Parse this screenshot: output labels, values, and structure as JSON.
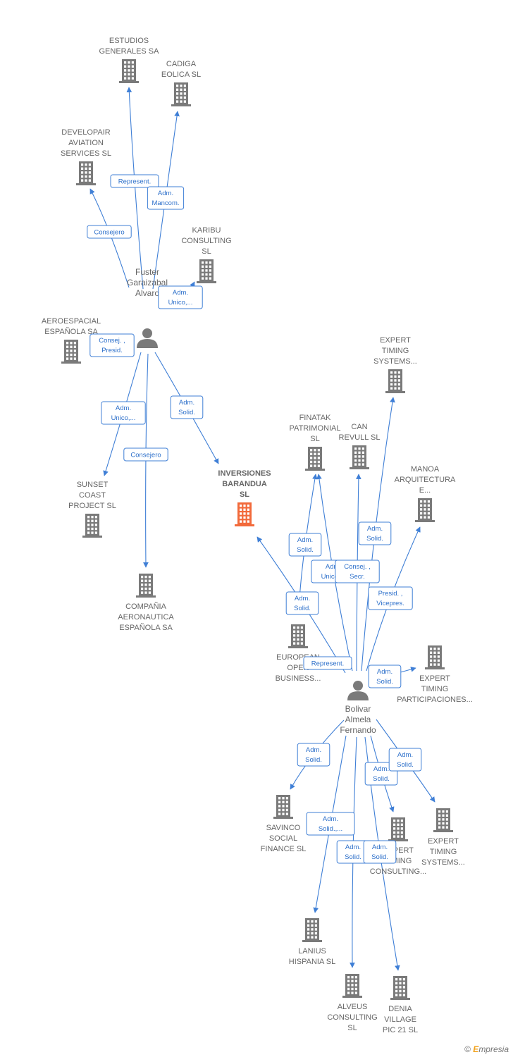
{
  "colors": {
    "building": "#7a7a7a",
    "focus": "#f26a3b",
    "person": "#7a7a7a",
    "edge": "#3f7fd6"
  },
  "footer": {
    "copyright": "©",
    "brand_first": "E",
    "brand_rest": "mpresia"
  },
  "people": [
    {
      "id": "fuster",
      "lines": [
        "Fuster",
        "Garaizabal",
        "Alvaro"
      ]
    },
    {
      "id": "bolivar",
      "lines": [
        "Bolivar",
        "Almela",
        "Fernando"
      ]
    }
  ],
  "companies": [
    {
      "id": "estudios",
      "lines": [
        "ESTUDIOS",
        "GENERALES SA"
      ],
      "focus": false
    },
    {
      "id": "cadiga",
      "lines": [
        "CADIGA",
        "EOLICA SL"
      ],
      "focus": false
    },
    {
      "id": "developair",
      "lines": [
        "DEVELOPAIR",
        "AVIATION",
        "SERVICES SL"
      ],
      "focus": false
    },
    {
      "id": "karibu",
      "lines": [
        "KARIBU",
        "CONSULTING",
        "SL"
      ],
      "focus": false
    },
    {
      "id": "aeroespacial",
      "lines": [
        "AEROESPACIAL",
        "ESPAÑOLA SA"
      ],
      "focus": false
    },
    {
      "id": "sunset",
      "lines": [
        "SUNSET",
        "COAST",
        "PROJECT  SL"
      ],
      "focus": false
    },
    {
      "id": "compania",
      "lines": [
        "COMPAÑIA",
        "AERONAUTICA",
        "ESPAÑOLA SA"
      ],
      "focus": false
    },
    {
      "id": "inversiones",
      "lines": [
        "INVERSIONES",
        "BARANDUA",
        "SL"
      ],
      "focus": true
    },
    {
      "id": "expert1",
      "lines": [
        "EXPERT",
        "TIMING",
        "SYSTEMS..."
      ],
      "focus": false
    },
    {
      "id": "finatak",
      "lines": [
        "FINATAK",
        "PATRIMONIAL",
        "SL"
      ],
      "focus": false
    },
    {
      "id": "canrevull",
      "lines": [
        "CAN",
        "REVULL  SL"
      ],
      "focus": false
    },
    {
      "id": "manoa",
      "lines": [
        "MANOA",
        "ARQUITECTURA",
        "E..."
      ],
      "focus": false
    },
    {
      "id": "european",
      "lines": [
        "EUROPEAN",
        "OPEN",
        "BUSINESS..."
      ],
      "focus": false
    },
    {
      "id": "expertpart",
      "lines": [
        "EXPERT",
        "TIMING",
        "PARTICIPACIONES..."
      ],
      "focus": false
    },
    {
      "id": "savinco",
      "lines": [
        "SAVINCO",
        "SOCIAL",
        "FINANCE  SL"
      ],
      "focus": false
    },
    {
      "id": "expertcons",
      "lines": [
        "EXPERT",
        "TIMING",
        "CONSULTING..."
      ],
      "focus": false
    },
    {
      "id": "expertsys2",
      "lines": [
        "EXPERT",
        "TIMING",
        "SYSTEMS..."
      ],
      "focus": false
    },
    {
      "id": "lanius",
      "lines": [
        "LANIUS",
        "HISPANIA  SL"
      ],
      "focus": false
    },
    {
      "id": "alveus",
      "lines": [
        "ALVEUS",
        "CONSULTING",
        "SL"
      ],
      "focus": false
    },
    {
      "id": "denia",
      "lines": [
        "DENIA",
        "VILLAGE",
        "PIC 21  SL"
      ],
      "focus": false
    }
  ],
  "relations": [
    {
      "from": "fuster",
      "to": "estudios",
      "lines": [
        "Represent."
      ]
    },
    {
      "from": "fuster",
      "to": "cadiga",
      "lines": [
        "Adm.",
        "Mancom."
      ]
    },
    {
      "from": "fuster",
      "to": "developair",
      "lines": [
        "Consejero"
      ]
    },
    {
      "from": "fuster",
      "to": "karibu",
      "lines": [
        "Adm.",
        "Unico,..."
      ]
    },
    {
      "from": "fuster",
      "to": "aeroespacial",
      "lines": [
        "Consej. ,",
        "Presid."
      ]
    },
    {
      "from": "fuster",
      "to": "sunset",
      "lines": [
        "Adm.",
        "Unico,..."
      ]
    },
    {
      "from": "fuster",
      "to": "compania",
      "lines": [
        "Consejero"
      ]
    },
    {
      "from": "fuster",
      "to": "inversiones",
      "lines": [
        "Adm.",
        "Solid."
      ]
    },
    {
      "from": "bolivar",
      "to": "expert1",
      "lines": [
        "Adm.",
        "Solid."
      ]
    },
    {
      "from": "bolivar",
      "to": "finatak",
      "lines": [
        "Adm.",
        "Solid."
      ]
    },
    {
      "from": "bolivar",
      "to": "finatak",
      "lines": [
        "Adm.",
        "Unico,..."
      ]
    },
    {
      "from": "bolivar",
      "to": "canrevull",
      "lines": [
        "Consej. ,",
        "Secr."
      ]
    },
    {
      "from": "bolivar",
      "to": "manoa",
      "lines": [
        "Presid. ,",
        "Vicepres."
      ]
    },
    {
      "from": "bolivar",
      "to": "inversiones",
      "lines": [
        "Adm.",
        "Solid."
      ]
    },
    {
      "from": "bolivar",
      "to": "european",
      "lines": [
        "Represent."
      ]
    },
    {
      "from": "bolivar",
      "to": "expertpart",
      "lines": [
        "Adm.",
        "Solid."
      ]
    },
    {
      "from": "bolivar",
      "to": "savinco",
      "lines": [
        "Adm.",
        "Solid."
      ]
    },
    {
      "from": "bolivar",
      "to": "expertcons",
      "lines": [
        "Adm.",
        "Solid."
      ]
    },
    {
      "from": "bolivar",
      "to": "expertsys2",
      "lines": [
        "Adm.",
        "Solid."
      ]
    },
    {
      "from": "bolivar",
      "to": "lanius",
      "lines": [
        "Adm.",
        "Solid.,..."
      ]
    },
    {
      "from": "bolivar",
      "to": "alveus",
      "lines": [
        "Adm.",
        "Solid."
      ]
    },
    {
      "from": "bolivar",
      "to": "denia",
      "lines": [
        "Adm.",
        "Solid."
      ]
    }
  ]
}
